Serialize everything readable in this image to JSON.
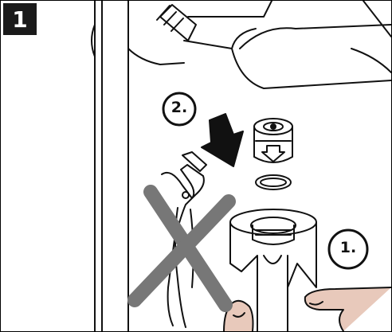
{
  "figure": {
    "step_number": "1",
    "callouts": [
      "2.",
      "1."
    ]
  },
  "icons": {
    "prohibited_tool": "pliers-crossed-out-icon",
    "direction": "arrow-down-icon",
    "insert_arrow": "arrow-down-outline-icon"
  },
  "colors": {
    "line": "#111111",
    "cross": "#777777",
    "badge": "#1a1a1a",
    "hand_shade": "#e8c9bb"
  }
}
